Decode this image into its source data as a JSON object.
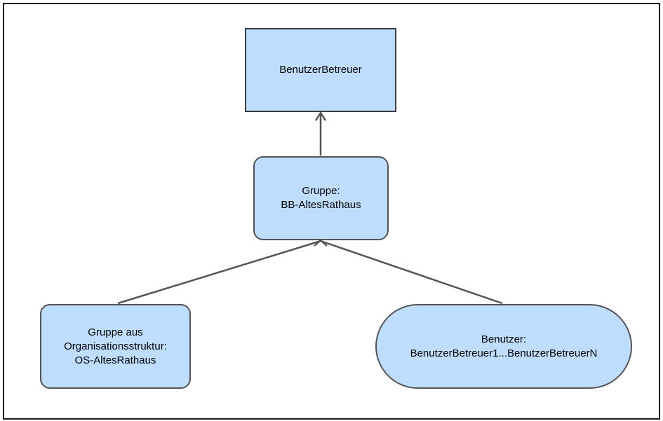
{
  "nodes": {
    "top": {
      "lines": [
        "BenutzerBetreuer"
      ]
    },
    "middle": {
      "lines": [
        "Gruppe:",
        "BB-AltesRathaus"
      ]
    },
    "left": {
      "lines": [
        "Gruppe aus",
        "Organisationsstruktur:",
        "OS-AltesRathaus"
      ]
    },
    "right": {
      "lines": [
        "Benutzer:",
        "BenutzerBetreuer1...BenutzerBetreuerN"
      ]
    }
  },
  "colors": {
    "node_fill": "#bfdeff",
    "node_border": "#555555",
    "connector": "#555555",
    "frame": "#1a1a1a"
  }
}
